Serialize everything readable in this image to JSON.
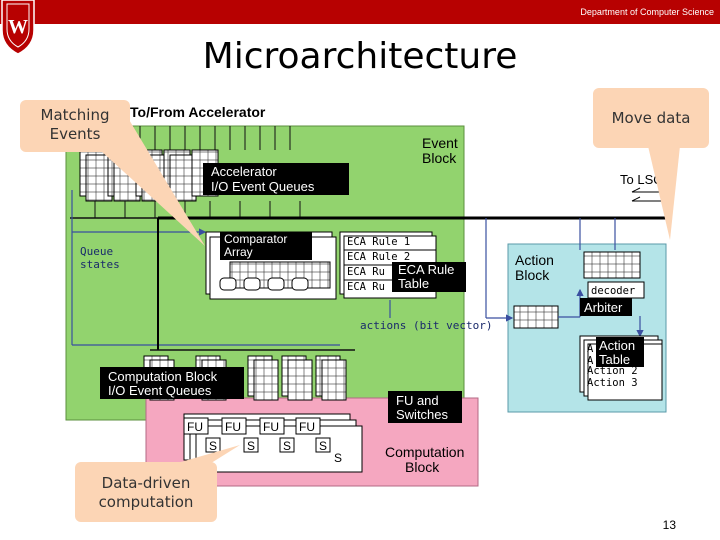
{
  "header": {
    "department": "Department of Computer Science",
    "crest_letter": "W"
  },
  "slide": {
    "title": "Microarchitecture",
    "page_number": "13"
  },
  "diagram": {
    "event_block_label": [
      "Event",
      "Block"
    ],
    "to_from_accelerator": "To/From Accelerator",
    "accel_queues_label": [
      "Accelerator",
      "I/O Event Queues"
    ],
    "queue_states_label": [
      "Queue",
      "states"
    ],
    "comparator_label": [
      "Comparator",
      "Array"
    ],
    "eca_rules": [
      "ECA Rule 1",
      "ECA Rule 2",
      "ECA Ru",
      "ECA Ru"
    ],
    "eca_table_label": [
      "ECA Rule",
      "Table"
    ],
    "actions_bit_vector": "actions (bit vector)",
    "to_lsq": "To LSQ",
    "action_block_label": [
      "Action",
      "Block"
    ],
    "decoder": "decoder",
    "arbiter": "Arbiter",
    "action_rows": [
      "A",
      "A",
      "Action 2",
      "Action 3"
    ],
    "action_table_label": [
      "Action",
      "Table"
    ],
    "comp_queues_label": [
      "Computation Block",
      "I/O Event Queues"
    ],
    "fu_switches_label": [
      "FU and",
      "Switches"
    ],
    "fu_labels": [
      "FU",
      "FU",
      "FU",
      "FU"
    ],
    "s_labels": [
      "S",
      "S",
      "S",
      "S",
      "S"
    ],
    "computation_block_label": [
      "Computation",
      "Block"
    ]
  },
  "callouts": {
    "matching_events": [
      "Matching",
      "Events"
    ],
    "move_data": "Move data",
    "data_driven": [
      "Data-driven",
      "computation"
    ]
  },
  "colors": {
    "header_red": "#b70101",
    "event_green": "#92d36e",
    "action_cyan": "#b4e4e8",
    "computation_pink": "#f5a7c0",
    "callout_fill": "#fcd5b5",
    "label_black": "#000000"
  }
}
